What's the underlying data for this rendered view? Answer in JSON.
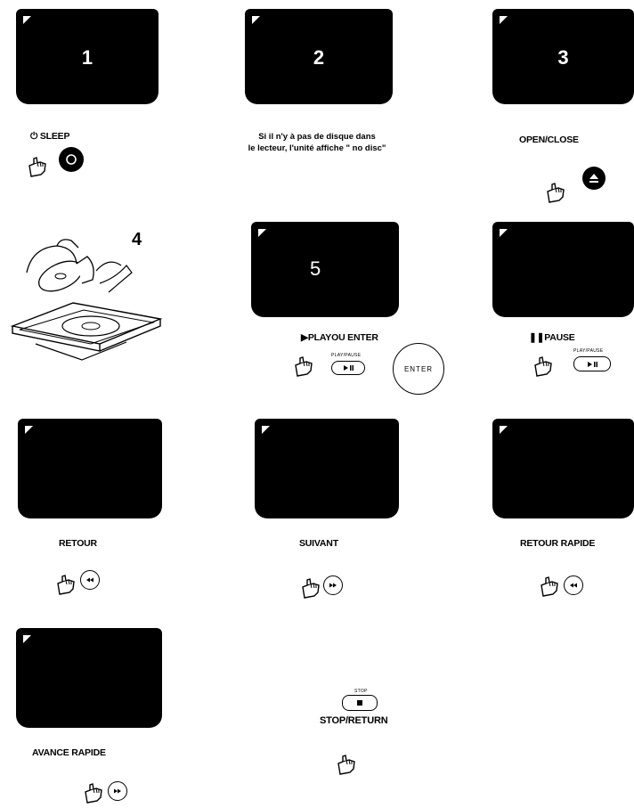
{
  "steps": {
    "s1": {
      "number": "1",
      "label": "⏻ SLEEP"
    },
    "s2": {
      "number": "2",
      "note_line1": "Si il n'y à pas de disque dans",
      "note_line2": "le lecteur, l'unité affiche \" no disc\""
    },
    "s3": {
      "number": "3",
      "label": "OPEN/CLOSE"
    },
    "s4": {
      "number": "4"
    },
    "s5": {
      "number": "5",
      "label": "▶PLAYOU ENTER",
      "button_small": "PLAY/PAUSE",
      "button_enter": "ENTER"
    },
    "pause": {
      "label": "❚❚PAUSE",
      "button_small": "PLAY/PAUSE"
    },
    "retour": {
      "label": "RETOUR"
    },
    "suivant": {
      "label": "SUIVANT"
    },
    "retour_rapide": {
      "label": "RETOUR RAPIDE"
    },
    "avance_rapide": {
      "label": "AVANCE RAPIDE"
    },
    "stop": {
      "label": "STOP/RETURN",
      "button_small": "STOP"
    }
  },
  "colors": {
    "screen": "#000000",
    "paper": "#ffffff",
    "ink": "#000000"
  },
  "icons": [
    "hand-icon",
    "power-icon",
    "eject-icon",
    "play-pause-icon",
    "prev-icon",
    "next-icon",
    "rewind-icon",
    "forward-icon",
    "stop-icon"
  ]
}
